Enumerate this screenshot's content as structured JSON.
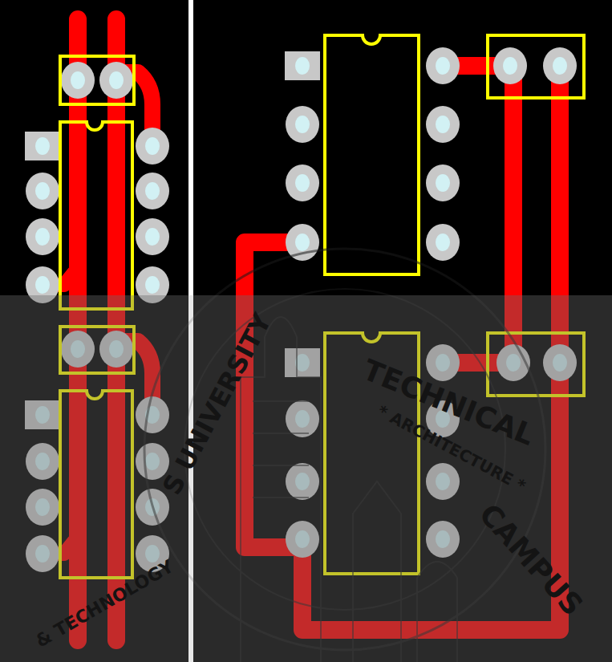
{
  "diagram": {
    "labels": [
      "TECHNICAL",
      "* ARCHITECTURE *",
      "CAMPUS",
      "S UNIVERSITY",
      "& TECHNOLOGY"
    ]
  }
}
